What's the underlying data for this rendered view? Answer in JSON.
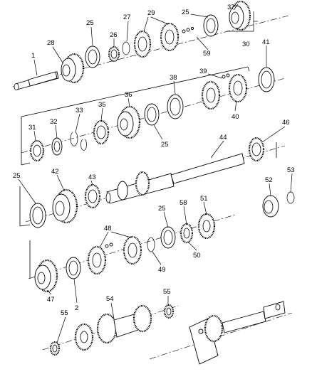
{
  "callouts": [
    {
      "id": "c1",
      "text": "1"
    },
    {
      "id": "c28",
      "text": "28"
    },
    {
      "id": "c25a",
      "text": "25"
    },
    {
      "id": "c26",
      "text": "26"
    },
    {
      "id": "c27",
      "text": "27"
    },
    {
      "id": "c29",
      "text": "29"
    },
    {
      "id": "c25b",
      "text": "25"
    },
    {
      "id": "c37",
      "text": "37"
    },
    {
      "id": "c30",
      "text": "30"
    },
    {
      "id": "c59",
      "text": "59"
    },
    {
      "id": "c41",
      "text": "41"
    },
    {
      "id": "c38",
      "text": "38"
    },
    {
      "id": "c39",
      "text": "39"
    },
    {
      "id": "c36",
      "text": "36"
    },
    {
      "id": "c35",
      "text": "35"
    },
    {
      "id": "c33",
      "text": "33"
    },
    {
      "id": "c32",
      "text": "32"
    },
    {
      "id": "c31",
      "text": "31"
    },
    {
      "id": "c40",
      "text": "40"
    },
    {
      "id": "c25c",
      "text": "25"
    },
    {
      "id": "c44",
      "text": "44"
    },
    {
      "id": "c46",
      "text": "46"
    },
    {
      "id": "c25d",
      "text": "25"
    },
    {
      "id": "c42",
      "text": "42"
    },
    {
      "id": "c43",
      "text": "43"
    },
    {
      "id": "c52",
      "text": "52"
    },
    {
      "id": "c53",
      "text": "53"
    },
    {
      "id": "c48",
      "text": "48"
    },
    {
      "id": "c58",
      "text": "58"
    },
    {
      "id": "c51",
      "text": "51"
    },
    {
      "id": "c25e",
      "text": "25"
    },
    {
      "id": "c50",
      "text": "50"
    },
    {
      "id": "c49",
      "text": "49"
    },
    {
      "id": "c47",
      "text": "47"
    },
    {
      "id": "c2",
      "text": "2"
    },
    {
      "id": "c54",
      "text": "54"
    },
    {
      "id": "c55a",
      "text": "55"
    },
    {
      "id": "c55b",
      "text": "55"
    }
  ]
}
